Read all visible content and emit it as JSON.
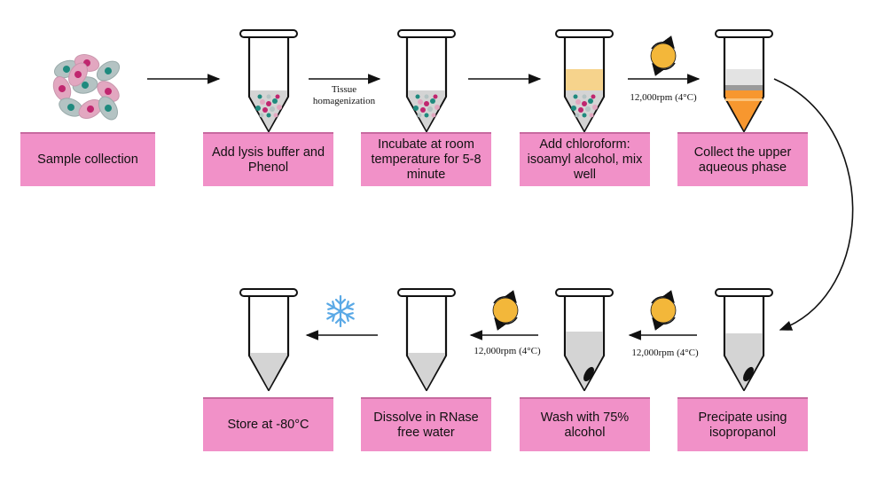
{
  "steps": [
    {
      "label": "Sample collection"
    },
    {
      "label": "Add lysis buffer and\nPhenol"
    },
    {
      "label": "Incubate at room\ntemperature for 5-8\nminute"
    },
    {
      "label": "Add chloroform:\nisoamyl alcohol, mix\nwell"
    },
    {
      "label": "Collect the upper\naqueous phase"
    },
    {
      "label": "Precipate using\nisopropanol"
    },
    {
      "label": "Wash with 75%\nalcohol"
    },
    {
      "label": "Dissolve in RNase\nfree water"
    },
    {
      "label": "Store at -80°C"
    }
  ],
  "arrow_labels": {
    "homogenization": "Tissue\nhomagenization",
    "centrifuge_1": "12,000rpm (4°C)",
    "centrifuge_2": "12,000rpm (4°C)",
    "centrifuge_3": "12,000rpm (4°C)"
  },
  "icons": {
    "cells": "cell-cluster-icon",
    "tube": "centrifuge-tube-icon",
    "centrifuge": "centrifuge-rotation-icon",
    "freeze": "snowflake-icon"
  },
  "colors": {
    "box_fill": "#f191c8",
    "box_border": "#c76aa0",
    "centrifuge_icon": "#f3b73a",
    "aqueous_phase": "#f6d38c",
    "organic_phase": "#f7972f",
    "liquid": "#d4d4d4",
    "snowflake": "#5aa9e6",
    "cell_pink": "#e2a7c0",
    "cell_grey": "#b4c3c3",
    "nucleus_teal": "#1f8a7e",
    "nucleus_magenta": "#c0266f"
  }
}
